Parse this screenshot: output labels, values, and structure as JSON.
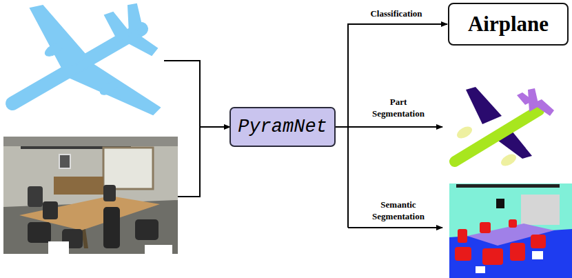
{
  "diagram": {
    "nodes": [
      {
        "text": [
          "PyramNet"
        ]
      },
      {
        "text": [
          "Airplane"
        ]
      }
    ],
    "edges": [
      {
        "from": 0,
        "to": 1,
        "arrow": "to",
        "label": "Classification"
      }
    ],
    "labels": [
      "Part Segmentation",
      "Semantic Segmentation"
    ]
  }
}
